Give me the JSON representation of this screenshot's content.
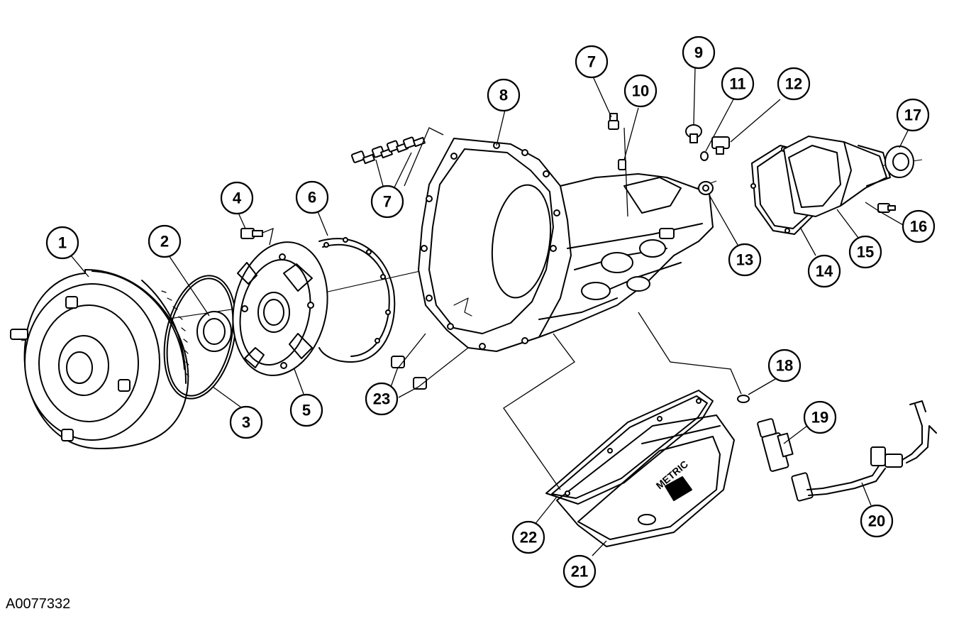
{
  "figure_id": "A0077332",
  "callouts": [
    "1",
    "2",
    "3",
    "4",
    "5",
    "6",
    "7",
    "7",
    "8",
    "9",
    "10",
    "11",
    "12",
    "13",
    "14",
    "15",
    "16",
    "17",
    "18",
    "19",
    "20",
    "21",
    "22",
    "23"
  ],
  "colors": {
    "line": "#000000",
    "background": "#ffffff"
  }
}
